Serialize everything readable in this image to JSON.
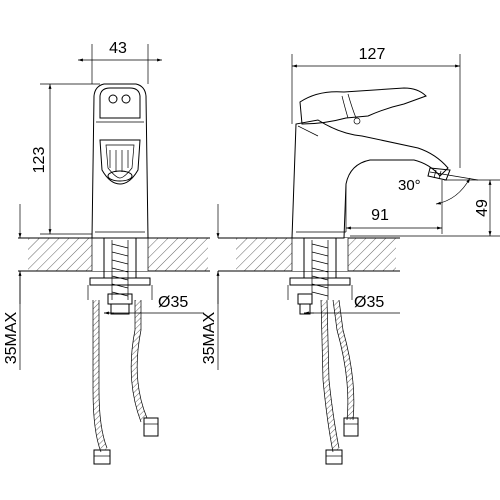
{
  "front_view": {
    "width_label": "43",
    "height_label": "123",
    "hole_diameter_label": "Ø35",
    "max_thickness_label": "35MAX"
  },
  "side_view": {
    "length_label": "127",
    "spout_reach_label": "91",
    "spout_height_label": "49",
    "angle_label": "30°",
    "hole_diameter_label": "Ø35",
    "max_thickness_label": "35MAX"
  }
}
